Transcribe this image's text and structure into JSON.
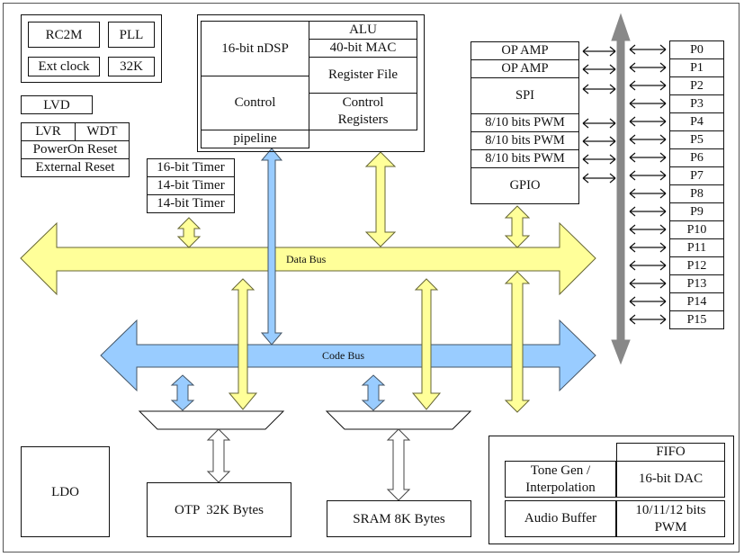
{
  "diagram": {
    "clock_group": {
      "items": [
        "RC2M",
        "PLL",
        "Ext clock",
        "32K"
      ]
    },
    "lvd": "LVD",
    "reset_group": {
      "lvr": "LVR",
      "wdt": "WDT",
      "poweron": "PowerOn Reset",
      "external": "External Reset"
    },
    "timers": [
      "16-bit Timer",
      "14-bit Timer",
      "14-bit Timer"
    ],
    "cpu": {
      "nDSP": "16-bit nDSP",
      "control": "Control",
      "pipeline": "pipeline",
      "alu": "ALU",
      "mac": "40-bit MAC",
      "register_file": "Register File",
      "control_registers": "Control Registers"
    },
    "peripherals": [
      "OP AMP",
      "OP AMP",
      "SPI",
      "8/10 bits PWM",
      "8/10 bits PWM",
      "8/10 bits PWM",
      "GPIO"
    ],
    "ports": [
      "P0",
      "P1",
      "P2",
      "P3",
      "P4",
      "P5",
      "P6",
      "P7",
      "P8",
      "P9",
      "P10",
      "P11",
      "P12",
      "P13",
      "P14",
      "P15"
    ],
    "data_bus": "Data Bus",
    "code_bus": "Code Bus",
    "ldo": "LDO",
    "otp": "OTP  32K Bytes",
    "sram": "SRAM 8K Bytes",
    "audio": {
      "fifo": "FIFO",
      "tone_gen": "Tone Gen / Interpolation",
      "dac": "16-bit DAC",
      "audio_buffer": "Audio Buffer",
      "pwm": "10/11/12 bits PWM"
    },
    "colors": {
      "data_bus": "#ffff99",
      "code_bus": "#99ccff",
      "io_bus": "#888888",
      "outline": "#111111"
    }
  }
}
